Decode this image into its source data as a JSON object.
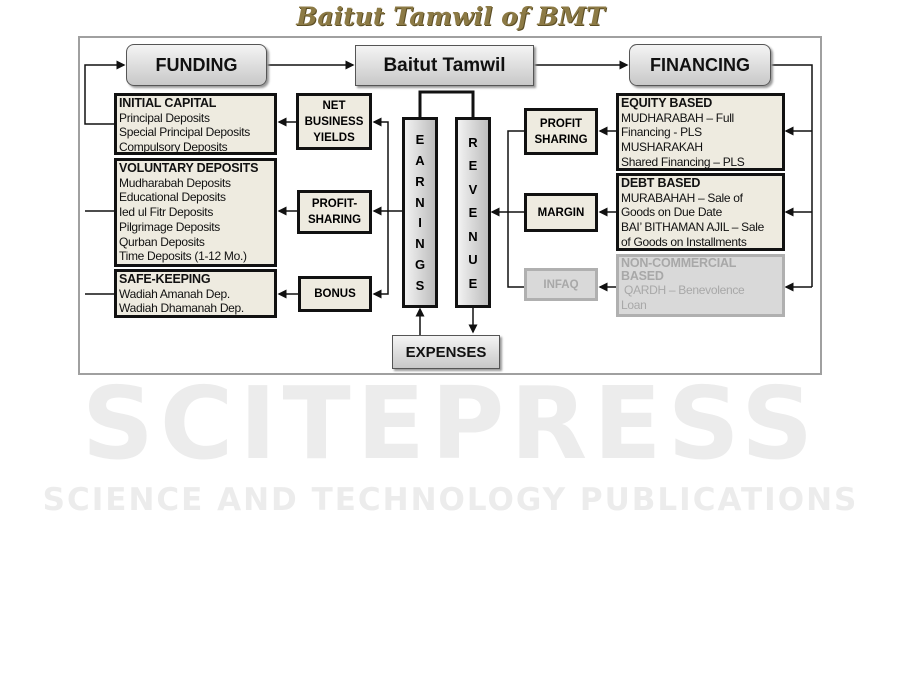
{
  "title": "Baitut Tamwil of BMT",
  "watermark": {
    "main": "SCITEPRESS",
    "sub": "SCIENCE AND TECHNOLOGY PUBLICATIONS"
  },
  "headers": {
    "funding": "FUNDING",
    "center": "Baitut Tamwil",
    "financing": "FINANCING"
  },
  "funding_boxes": [
    {
      "title": "INITIAL CAPITAL",
      "items": [
        "Principal Deposits",
        "Special Principal Deposits",
        "Compulsory Deposits"
      ]
    },
    {
      "title": "VOLUNTARY DEPOSITS",
      "items": [
        "Mudharabah Deposits",
        "Educational Deposits",
        "Ied ul Fitr Deposits",
        "Pilgrimage Deposits",
        "Qurban Deposits",
        "Time Deposits (1-12 Mo.)"
      ]
    },
    {
      "title": "SAFE-KEEPING",
      "items": [
        "Wadiah Amanah Dep.",
        "Wadiah Dhamanah Dep."
      ]
    }
  ],
  "returns_left": [
    "NET BUSINESS YIELDS",
    "PROFIT-SHARING",
    "BONUS"
  ],
  "columns": {
    "earnings": [
      "E",
      "A",
      "R",
      "N",
      "I",
      "N",
      "G",
      "S"
    ],
    "revenue": [
      "R",
      "E",
      "V",
      "E",
      "N",
      "U",
      "E"
    ]
  },
  "expenses": "EXPENSES",
  "returns_right": [
    "PROFIT SHARING",
    "MARGIN",
    "INFAQ"
  ],
  "financing_boxes": [
    {
      "title": "EQUITY BASED",
      "items": [
        "MUDHARABAH – Full",
        "Financing - PLS",
        "MUSHARAKAH",
        "Shared Financing – PLS"
      ]
    },
    {
      "title": "DEBT BASED",
      "items": [
        "MURABAHAH – Sale of",
        "Goods on Due Date",
        "BAI’ BITHAMAN AJIL – Sale",
        "of Goods on Installments"
      ]
    },
    {
      "title": "NON-COMMERCIAL BASED",
      "items": [
        " QARDH – Benevolence",
        "Loan"
      ]
    }
  ]
}
